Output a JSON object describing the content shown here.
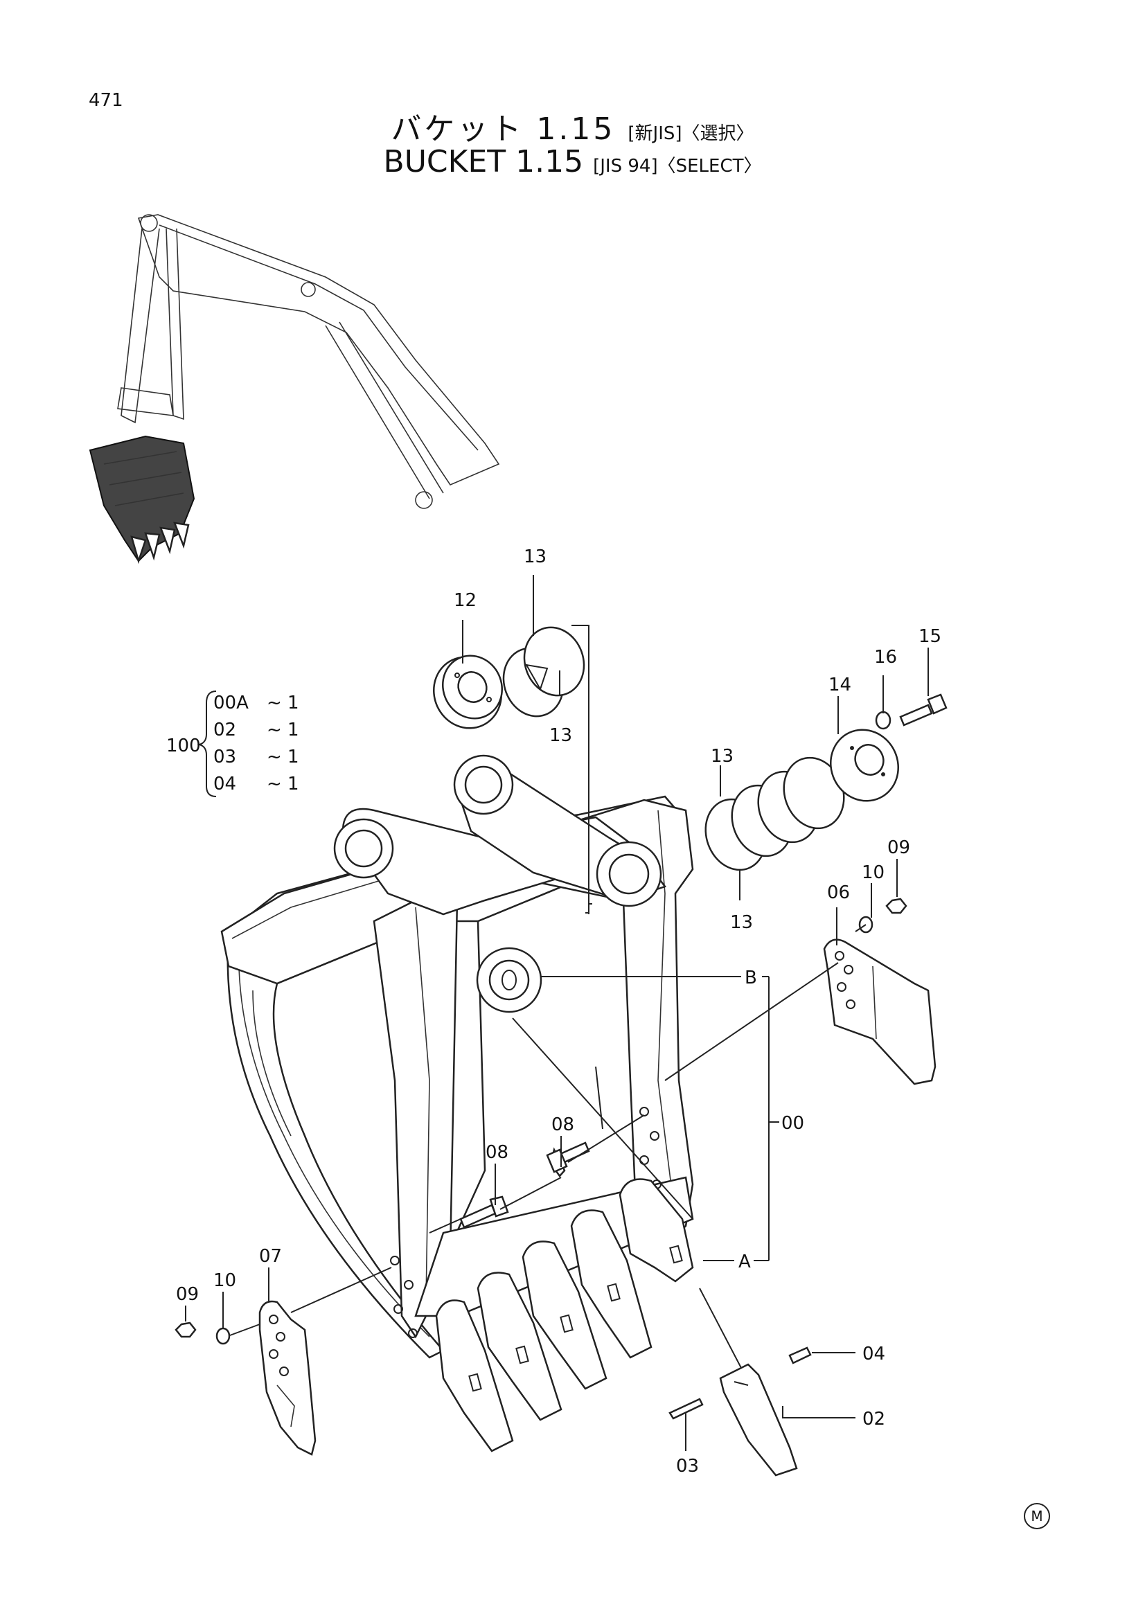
{
  "page": {
    "number": "471",
    "copyright_mark": "M"
  },
  "title": {
    "japanese_main": "バケット 1.15",
    "japanese_spec": "[新JIS]〈選択〉",
    "english_main": "BUCKET 1.15",
    "english_spec": "[JIS 94]〈SELECT〉"
  },
  "assembly": {
    "parent": "100",
    "items": [
      {
        "code": "00A",
        "qty": "~ 1"
      },
      {
        "code": "02",
        "qty": "~ 1"
      },
      {
        "code": "03",
        "qty": "~ 1"
      },
      {
        "code": "04",
        "qty": "~ 1"
      }
    ]
  },
  "callouts": {
    "c12": "12",
    "c13a": "13",
    "c13b": "13",
    "c13c": "13",
    "c13d": "13",
    "c14": "14",
    "c15": "15",
    "c16": "16",
    "c09a": "09",
    "c10a": "10",
    "c06": "06",
    "c08a": "08",
    "c08b": "08",
    "c00": "00",
    "cA": "A",
    "cB": "B",
    "c07": "07",
    "c10b": "10",
    "c09b": "09",
    "c04": "04",
    "c02": "02",
    "c03": "03"
  }
}
